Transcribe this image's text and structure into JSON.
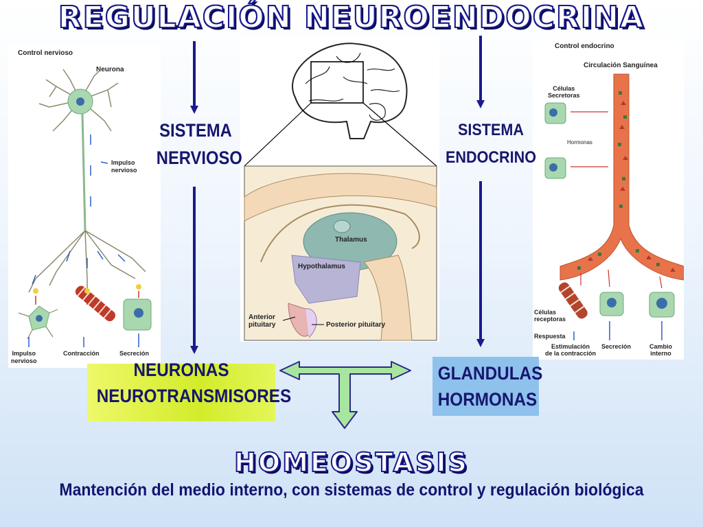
{
  "title": "REGULACIÓN NEUROENDOCRINA",
  "left_branch": {
    "label_line1": "SISTEMA",
    "label_line2": "NERVIOSO",
    "box_line1": "NEURONAS",
    "box_line2": "NEUROTRANSMISORES"
  },
  "right_branch": {
    "label_line1": "SISTEMA",
    "label_line2": "ENDOCRINO",
    "box_line1": "GLANDULAS",
    "box_line2": "HORMONAS"
  },
  "neuron_panel": {
    "title": "Control nervioso",
    "neuron_label": "Neurona",
    "impulse_label_1": "Impulso",
    "impulse_label_2": "nervioso",
    "bottom_1a": "Impulso",
    "bottom_1b": "nervioso",
    "bottom_2": "Contracción",
    "bottom_3": "Secreción"
  },
  "brain_panel": {
    "thalamus": "Thalamus",
    "hypothalamus": "Hypothalamus",
    "anterior_1": "Anterior",
    "anterior_2": "pituitary",
    "posterior": "Posterior pituitary"
  },
  "endocrine_panel": {
    "title": "Control endocrino",
    "circulation": "Circulación Sanguínea",
    "secretory_1": "Células",
    "secretory_2": "Secretoras",
    "hormones": "Hormonas",
    "receptor_1": "Células",
    "receptor_2": "receptoras",
    "response": "Respuesta",
    "stim_1": "Estimulación",
    "stim_2": "de la contracción",
    "secretion": "Secreción",
    "change_1": "Cambio",
    "change_2": "interno"
  },
  "homeostasis": "HOMEOSTASIS",
  "subtitle": "Mantención del medio interno, con sistemas de control y regulación biológica",
  "colors": {
    "arrow_blue": "#1a1a8c",
    "neuronas_box": "#d2ec2a",
    "glandulas_box": "#8ec1ec",
    "t_arrow_fill": "#a8e6a0"
  }
}
